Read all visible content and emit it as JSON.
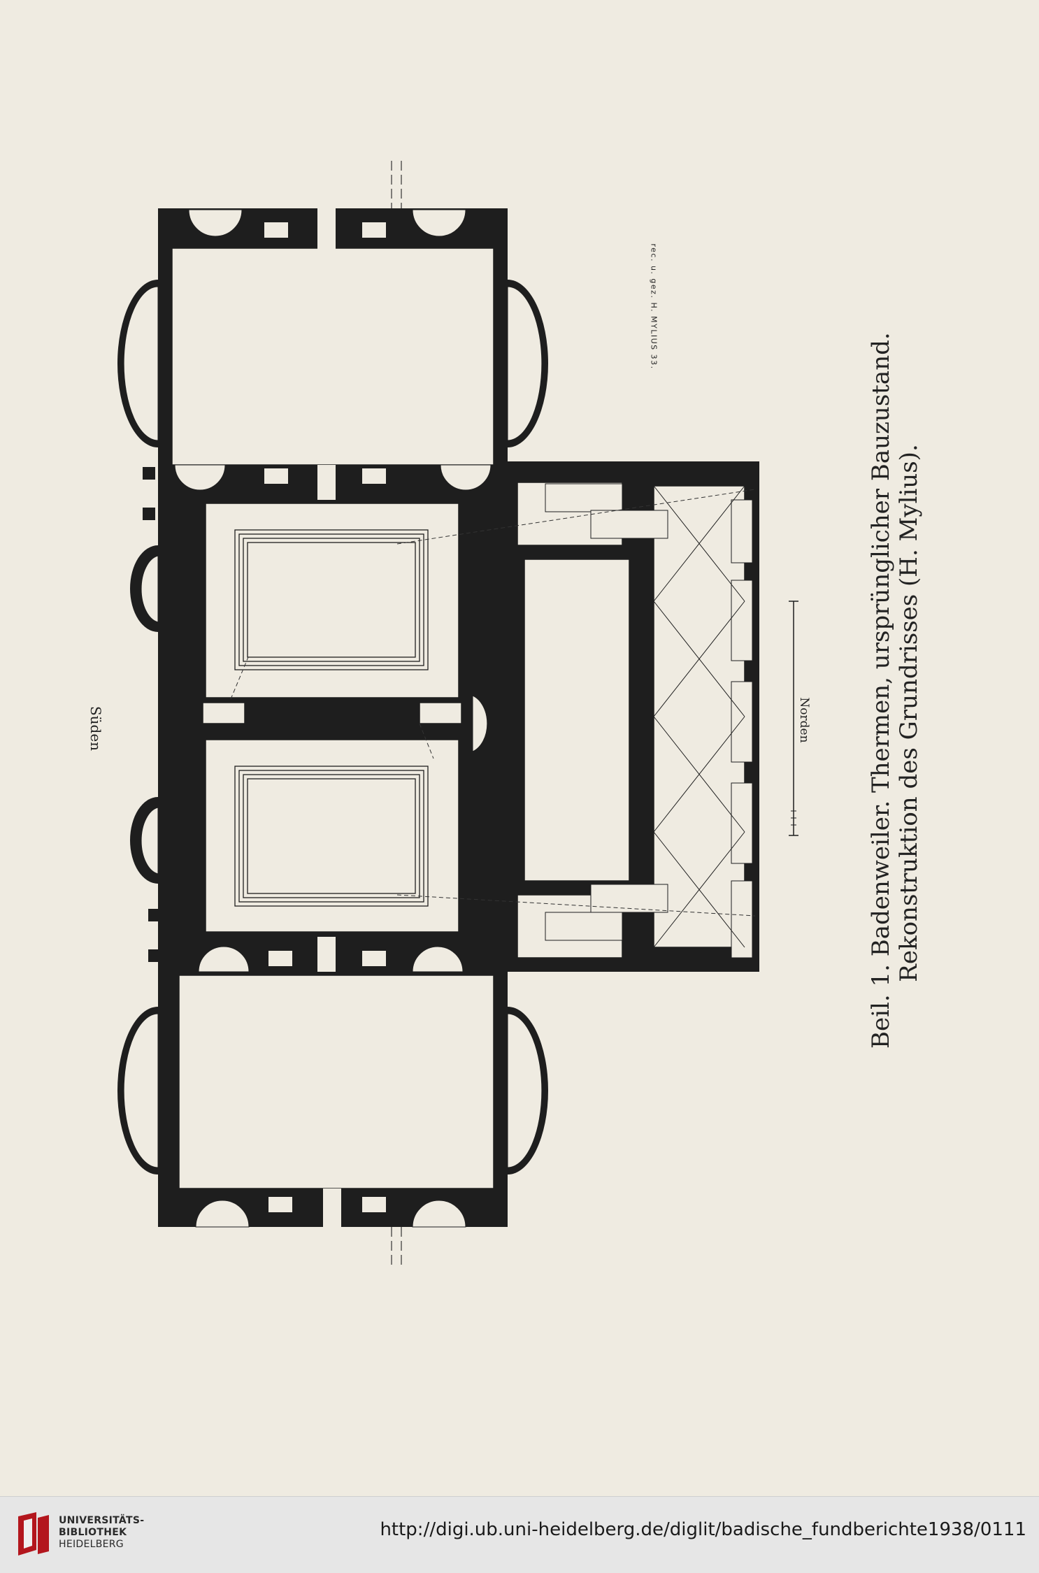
{
  "compass": {
    "south": "Süden",
    "north": "Norden"
  },
  "credit": "rec. u. gez. H. MYLIUS 33.",
  "caption": {
    "line1": "Beil. 1. Badenweiler. Thermen, ursprünglicher Bauzustand.",
    "line2": "Rekonstruktion des Grundrisses (H. Mylius)."
  },
  "footer": {
    "logo_line1": "UNIVERSITÄTS-",
    "logo_line2": "BIBLIOTHEK",
    "logo_line3": "HEIDELBERG",
    "url": "http://digi.ub.uni-heidelberg.de/diglit/badische_fundberichte1938/0111"
  },
  "colors": {
    "ink": "#1e1e1e",
    "paper": "#efebe1",
    "logo_red": "#b3161d"
  }
}
